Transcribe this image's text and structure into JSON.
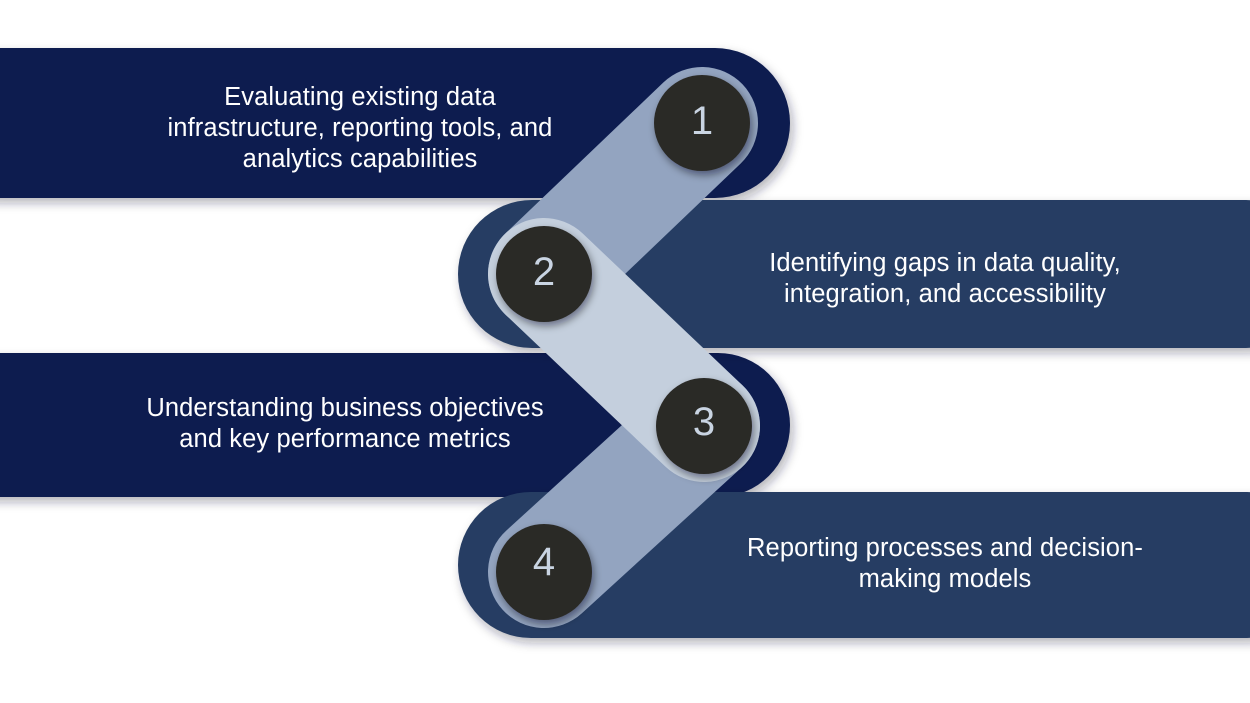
{
  "diagram": {
    "type": "zigzag-process",
    "orientation": "vertical-alternating",
    "step_count": 4,
    "colors": {
      "bar_dark": "#0d1c4f",
      "bar_medium": "#273e63",
      "ribbon_light": "#c4cfdd",
      "ribbon_medium": "#93a4c0",
      "circle_fill": "#2b2a28",
      "number_text": "#c9d4e2",
      "label_text": "#ffffff",
      "background": "#ffffff"
    },
    "steps": [
      {
        "number": "1",
        "label": "Evaluating existing data\ninfrastructure, reporting tools, and\nanalytics capabilities",
        "side": "left",
        "bar_color": "#0d1c4f"
      },
      {
        "number": "2",
        "label": "Identifying gaps in data quality,\nintegration, and accessibility",
        "side": "right",
        "bar_color": "#273e63"
      },
      {
        "number": "3",
        "label": "Understanding business objectives\nand key performance metrics",
        "side": "left",
        "bar_color": "#0d1c4f"
      },
      {
        "number": "4",
        "label": "Reporting processes and decision-\nmaking models",
        "side": "right",
        "bar_color": "#273e63"
      }
    ]
  }
}
